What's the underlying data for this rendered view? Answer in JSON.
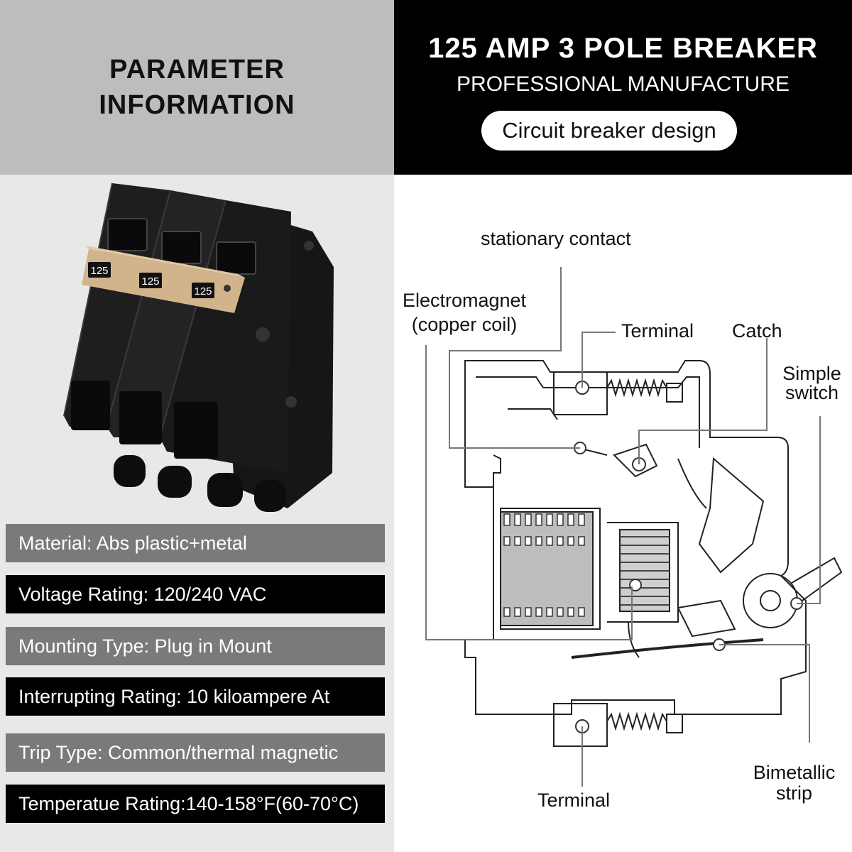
{
  "header": {
    "left_line1": "PARAMETER",
    "left_line2": "INFORMATION",
    "title": "125 AMP 3 POLE BREAKER",
    "subtitle": "PROFESSIONAL MANUFACTURE",
    "pill": "Circuit breaker design"
  },
  "product": {
    "rating_labels": [
      "125",
      "125",
      "125"
    ]
  },
  "specs": [
    "Material: Abs plastic+metal",
    "Voltage Rating: 120/240 VAC",
    "Mounting Type: Plug in Mount",
    "Interrupting Rating: 10 kiloampere At",
    "Trip Type: Common/thermal magnetic",
    "Temperatue Rating:140-158°F(60-70°C)"
  ],
  "diagram": {
    "stationary_contact": "stationary contact",
    "electromagnet_1": "Electromagnet",
    "electromagnet_2": "(copper coil)",
    "terminal_top": "Terminal",
    "catch": "Catch",
    "switch_1": "Simple",
    "switch_2": "switch",
    "bimetal_1": "Bimetallic",
    "bimetal_2": "strip",
    "terminal_bottom": "Terminal"
  }
}
